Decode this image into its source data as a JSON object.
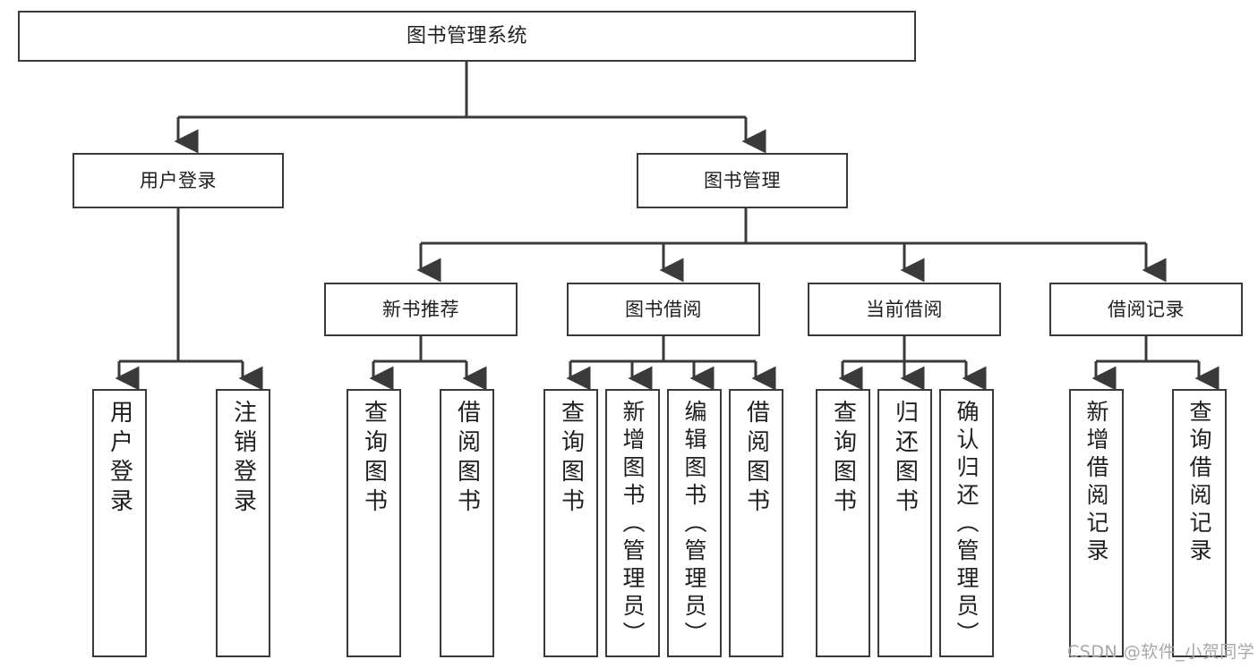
{
  "diagram": {
    "title": "图书管理系统",
    "type": "functional-structure-tree",
    "watermark": "CSDN @软件_小贺同学",
    "colors": {
      "border": "#3a3a3a",
      "text": "#1f1f1f",
      "background": "#ffffff",
      "watermark": "#a8a8a8"
    },
    "nodes": {
      "root": {
        "label": "图书管理系统"
      },
      "level2": [
        {
          "label": "用户登录"
        },
        {
          "label": "图书管理"
        }
      ],
      "level3": [
        {
          "label": "新书推荐"
        },
        {
          "label": "图书借阅"
        },
        {
          "label": "当前借阅"
        },
        {
          "label": "借阅记录"
        }
      ],
      "leaves": {
        "user_login": [
          {
            "label": "用户登录"
          },
          {
            "label": "注销登录"
          }
        ],
        "new_book": [
          {
            "label": "查询图书"
          },
          {
            "label": "借阅图书"
          }
        ],
        "book_borrow": [
          {
            "label": "查询图书"
          },
          {
            "label": "新增图书（管理员）"
          },
          {
            "label": "编辑图书（管理员）"
          },
          {
            "label": "借阅图书"
          }
        ],
        "current_borrow": [
          {
            "label": "查询图书"
          },
          {
            "label": "归还图书"
          },
          {
            "label": "确认归还（管理员）"
          }
        ],
        "borrow_record": [
          {
            "label": "新增借阅记录"
          },
          {
            "label": "查询借阅记录"
          }
        ]
      }
    }
  }
}
